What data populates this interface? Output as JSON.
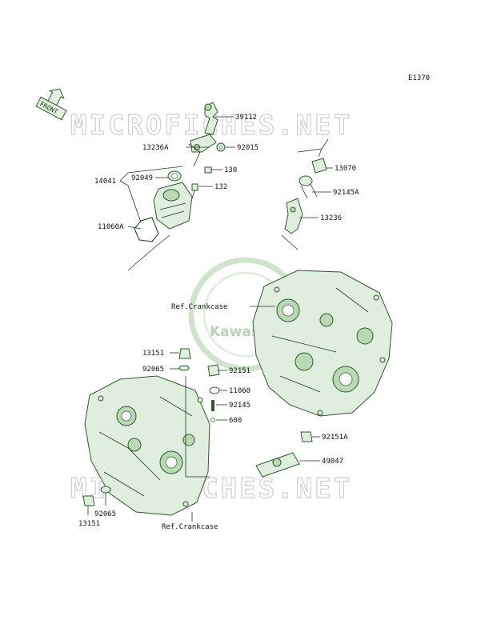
{
  "diagram_id": "E1370",
  "front_arrow_label": "FRONT",
  "watermark_text": "MICROFICHES.NET",
  "seal_text": "Kawasaki",
  "labels": {
    "p39112": "39112",
    "p13236A": "13236A",
    "p92015": "92015",
    "p130": "130",
    "p14041": "14041",
    "p92049": "92049",
    "p132": "132",
    "p11060A": "11060A",
    "p13070": "13070",
    "p92145A": "92145A",
    "p13236": "13236",
    "ref_crankcase_upper": "Ref.Crankcase",
    "p13151_upper": "13151",
    "p92065_upper": "92065",
    "p92151": "92151",
    "p11060": "11060",
    "p92145": "92145",
    "p600": "600",
    "p92151A": "92151A",
    "p49047": "49047",
    "p92065_lower": "92065",
    "p13151_lower": "13151",
    "ref_crankcase_lower": "Ref.Crankcase"
  },
  "colors": {
    "part_line": "#2c5a2c",
    "part_fill": "#dfeedd",
    "watermark": "#cfcfcf",
    "seal": "#b7d4b3"
  }
}
